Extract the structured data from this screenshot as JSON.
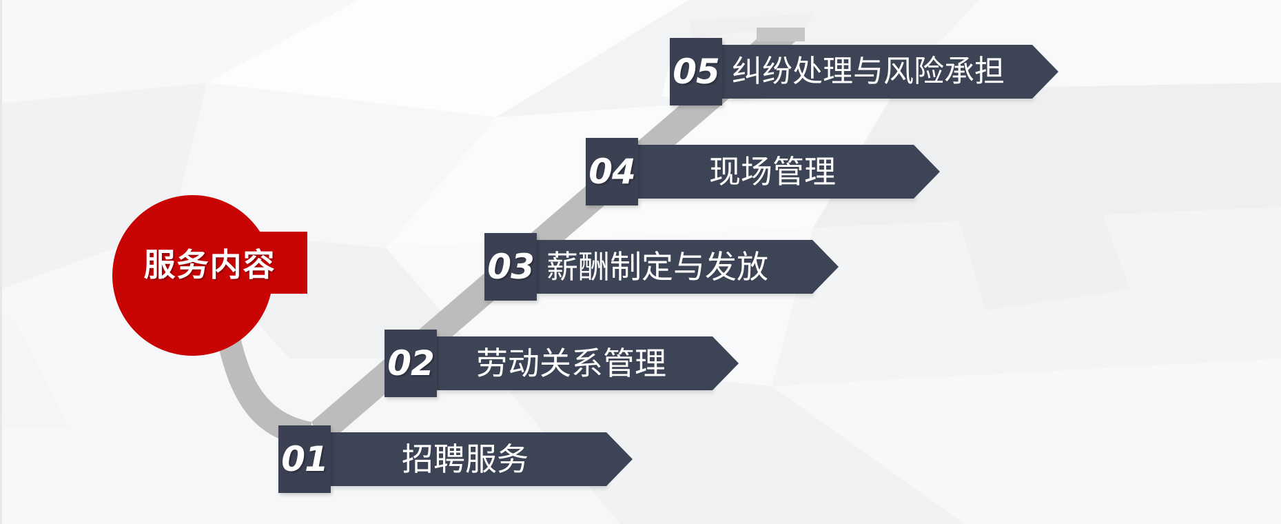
{
  "slide": {
    "title_badge": {
      "label": "服务内容",
      "shape": "circle-with-tab",
      "color": "#c90405",
      "text_color": "#ffffff"
    },
    "theme": {
      "banner_color": "#3d4456",
      "number_block_color": "#3b4153",
      "accent_red": "#c90405",
      "ribbon_gray": "#bcbcbc",
      "background": "#f4f5f6"
    },
    "steps": [
      {
        "number": "01",
        "label": "招聘服务"
      },
      {
        "number": "02",
        "label": "劳动关系管理"
      },
      {
        "number": "03",
        "label": "薪酬制定与发放"
      },
      {
        "number": "04",
        "label": "现场管理"
      },
      {
        "number": "05",
        "label": "纠纷处理与风险承担"
      }
    ]
  }
}
